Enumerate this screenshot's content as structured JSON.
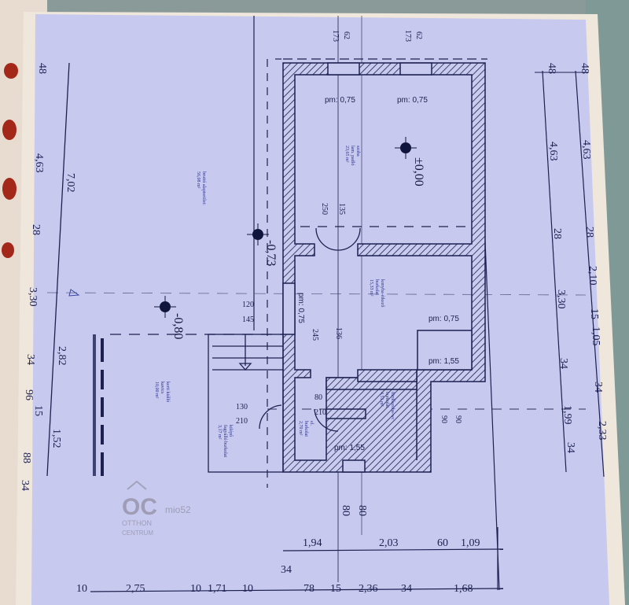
{
  "colors": {
    "paper": "#c7c9ee",
    "ink": "#1c2150",
    "room_text": "#2a3190",
    "binder": "#e9dccf",
    "hole": "#a3281a"
  },
  "window_sills": [
    "pm: 0,75",
    "pm: 0,75",
    "pm: 0,75",
    "pm: 0,75",
    "pm: 1,55",
    "pm: 1,55"
  ],
  "levels": [
    "±0,00",
    "-0,73",
    "-0,80"
  ],
  "rooms": {
    "bedroom": {
      "name": "szoba",
      "floor": "lam. padló",
      "area": "23,65 m²"
    },
    "kitchen": {
      "name": "konyha-étkező",
      "floor": "burkolat",
      "area": "15,33 m²"
    },
    "bathroom": {
      "name": "fürdőszoba-wc",
      "floor": "burkolat",
      "area": "4,51 m²"
    },
    "hall": {
      "name": "el.",
      "floor": "burkolat",
      "area": "2,70 m²"
    },
    "porch": {
      "name": "kilépő",
      "floor": "fagyálló burkolat",
      "area": "3,17 m²"
    },
    "terrace": {
      "name": "kerti kiálló",
      "floor": "kavics",
      "area": "10,00 m²"
    },
    "gross": {
      "name": "bruttó alapterület:",
      "area": "56,08 m²"
    }
  },
  "door_dims": {
    "d250": "250",
    "d135": "135",
    "d245": "245",
    "d136": "136",
    "d80": "80",
    "d210a": "210",
    "d120": "120",
    "d145": "145",
    "d130": "130",
    "d210b": "210",
    "d90a": "90",
    "d90b": "90"
  },
  "top_dims": [
    "173",
    "62",
    "173",
    "62"
  ],
  "left_dims": {
    "outer": [
      "48",
      "4,63",
      "28",
      "3,30",
      "34",
      "96",
      "15",
      "88",
      "34"
    ],
    "inner": [
      "7,02",
      "2,82",
      "1,52"
    ]
  },
  "right_dims": {
    "col1": [
      "48",
      "4,63",
      "28",
      "3,30",
      "34",
      "1,99",
      "34"
    ],
    "col2": [
      "48",
      "4,63",
      "28",
      "2,10",
      "15",
      "1,05",
      "34",
      "2,33"
    ]
  },
  "bottom_dims": {
    "row1": [
      "1,94",
      "2,03",
      "60",
      "1,09"
    ],
    "row2": [
      "10",
      "2,75",
      "10",
      "1,71",
      "10",
      "34",
      "78",
      "15",
      "2,36",
      "34",
      "1,68"
    ]
  },
  "vertical_dims": [
    "80",
    "80"
  ],
  "watermark": {
    "logo": "OC",
    "line1": "OTTHON",
    "line2": "CENTRUM",
    "code": "mio52"
  }
}
